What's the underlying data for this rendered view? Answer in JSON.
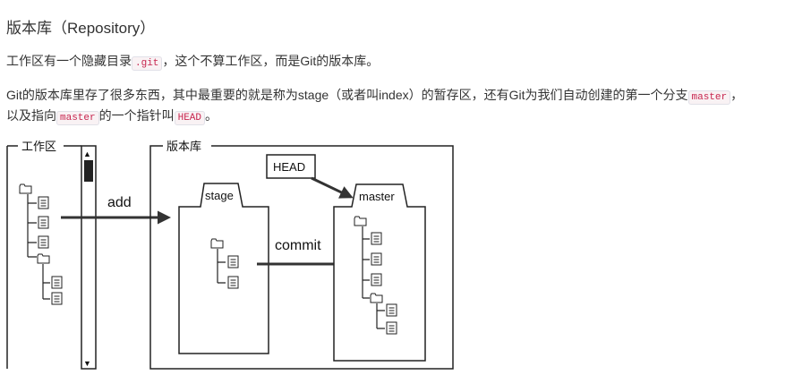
{
  "heading": "版本库（Repository）",
  "p1": {
    "before": "工作区有一个隐藏目录",
    "code": ".git",
    "after": "，这个不算工作区，而是Git的版本库。"
  },
  "p2": {
    "before": "Git的版本库里存了很多东西，其中最重要的就是称为stage（或者叫index）的暂存区，还有Git为我们自动创建的第一个分支",
    "code": "master",
    "after": "，"
  },
  "p3": {
    "before": "以及指向",
    "code1": "master",
    "middle": "的一个指针叫",
    "code2": "HEAD",
    "after": "。"
  },
  "diagram": {
    "workspace_label": "工作区",
    "repo_label": "版本库",
    "add_label": "add",
    "commit_label": "commit",
    "stage_label": "stage",
    "master_label": "master",
    "head_label": "HEAD",
    "scroll_up": "▲",
    "scroll_down": "▼"
  }
}
